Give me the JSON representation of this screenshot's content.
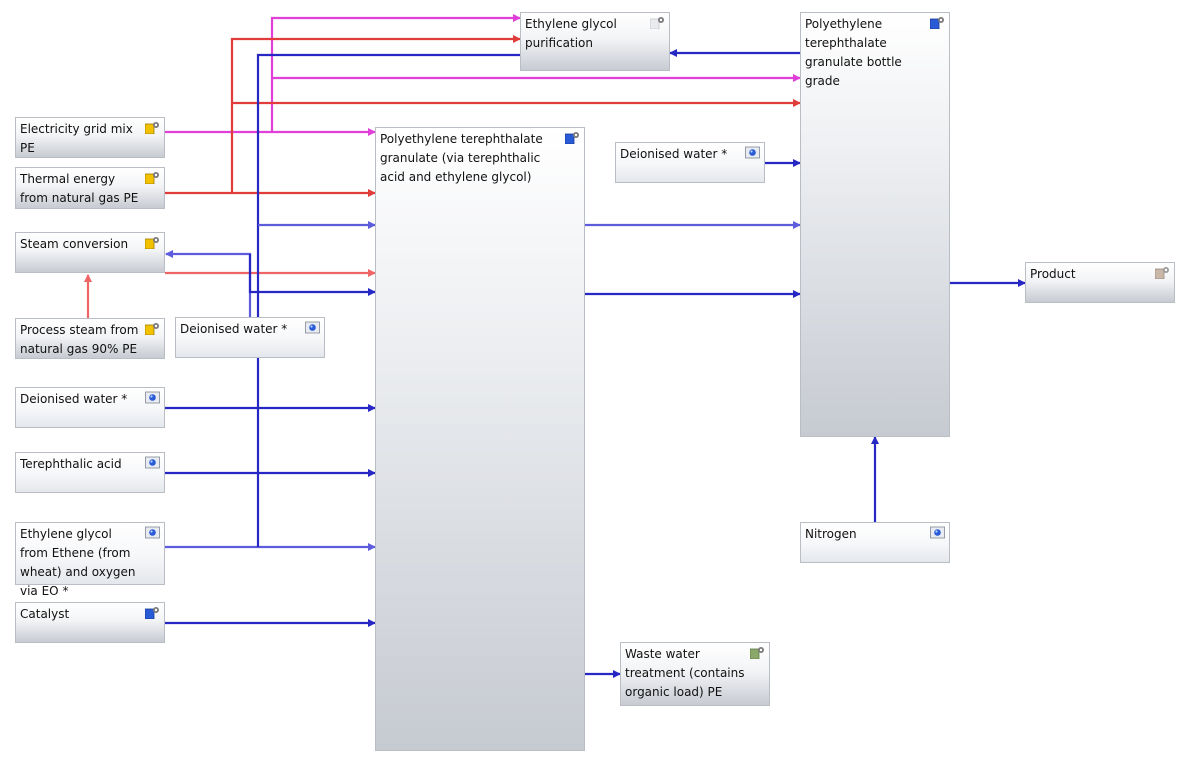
{
  "nodes": {
    "elec": {
      "label": "Electricity grid mix PE",
      "icon": "process-plan-icon"
    },
    "thermal": {
      "label": "Thermal energy from natural gas PE",
      "icon": "process-plan-icon"
    },
    "steam_conv": {
      "label": "Steam conversion",
      "icon": "process-plan-icon"
    },
    "process_steam": {
      "label": "Process steam from natural gas 90% PE",
      "icon": "process-plan-icon"
    },
    "deion_mid": {
      "label": "Deionised water *",
      "icon": "flow-globe-icon"
    },
    "deion_left": {
      "label": "Deionised water *",
      "icon": "flow-globe-icon"
    },
    "tpa": {
      "label": "Terephthalic acid",
      "icon": "flow-globe-icon"
    },
    "eg": {
      "label": "Ethylene glycol from Ethene (from wheat) and oxygen via EO *",
      "icon": "flow-globe-icon"
    },
    "catalyst": {
      "label": "Catalyst",
      "icon": "process-blue-icon"
    },
    "pet_main": {
      "label": "Polyethylene terephthalate granulate (via terephthalic acid and ethylene glycol)",
      "icon": "process-blue-icon"
    },
    "eg_purif": {
      "label": "Ethylene glycol purification",
      "icon": "process-gear-icon"
    },
    "deion_right": {
      "label": "Deionised water *",
      "icon": "flow-globe-icon"
    },
    "pet_bottle": {
      "label": "Polyethylene terephthalate granulate bottle grade",
      "icon": "process-blue-icon"
    },
    "product": {
      "label": "Product",
      "icon": "process-gray-icon"
    },
    "nitrogen": {
      "label": "Nitrogen",
      "icon": "flow-globe-icon"
    },
    "waste": {
      "label": "Waste water treatment (contains organic load) PE",
      "icon": "process-green-icon"
    }
  },
  "colors": {
    "electricity": "#e040d8",
    "thermal": "#e03c3c",
    "thermal_light": "#ef6464",
    "material_dark": "#2727c4",
    "material_light": "#5c5cdc",
    "node_border": "#b9bdc4",
    "icon_blue": "#2a5bd7",
    "icon_yellow": "#f2c200"
  }
}
